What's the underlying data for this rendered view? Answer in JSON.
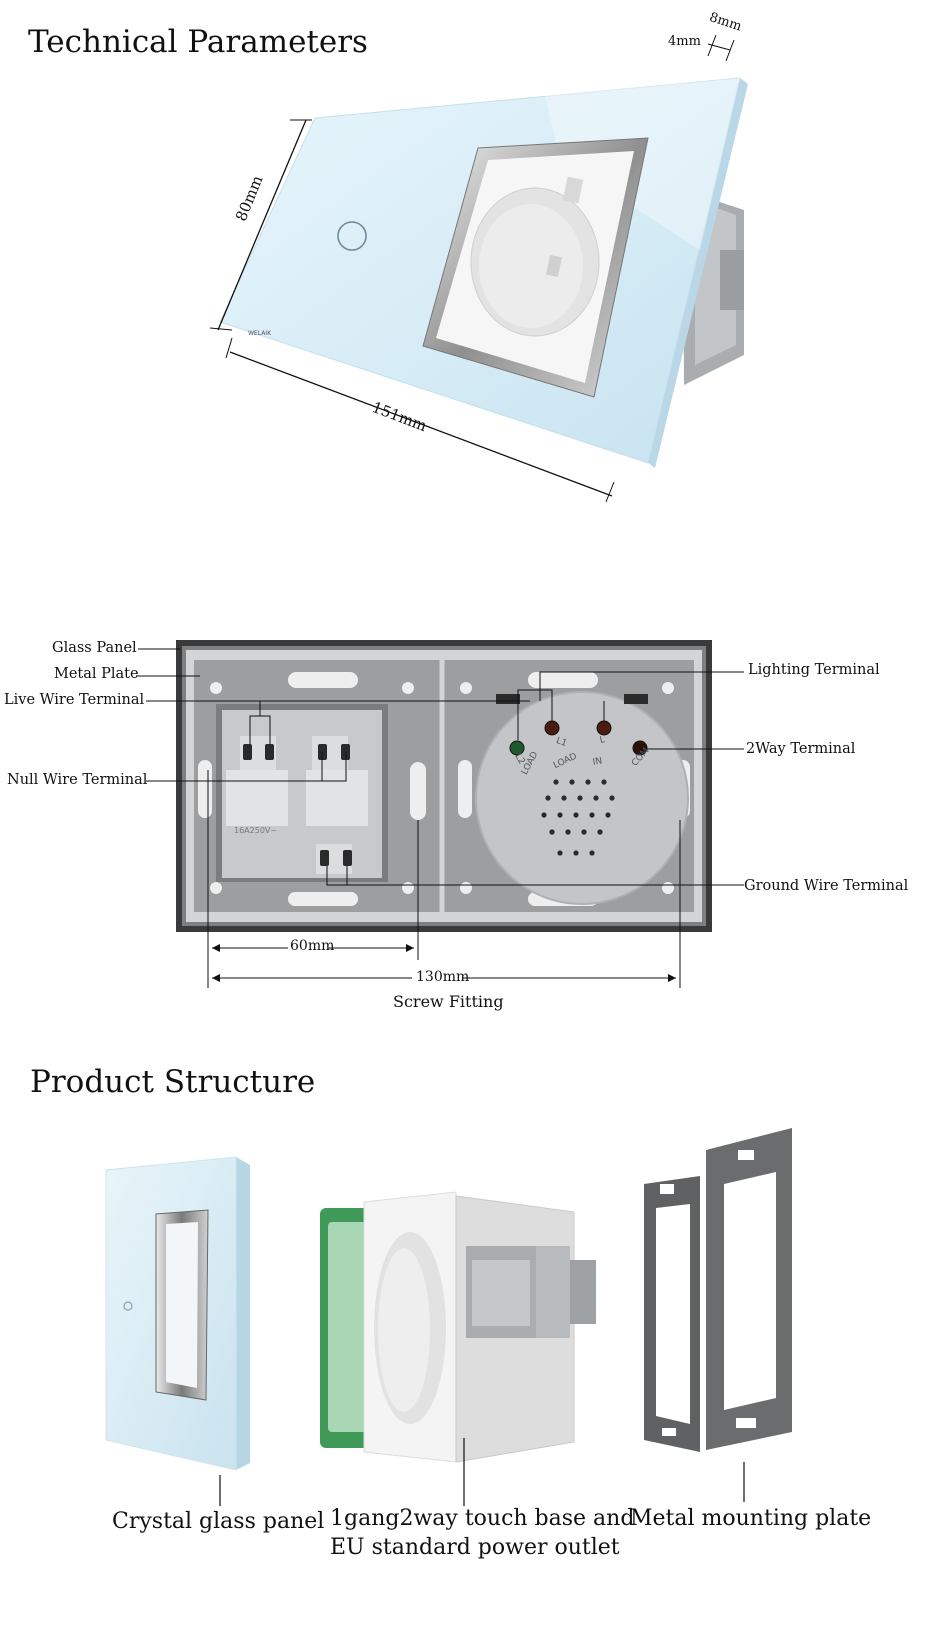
{
  "section1": {
    "title": "Technical Parameters",
    "dims": {
      "height": "80mm",
      "width": "151mm",
      "depth_a": "4mm",
      "depth_b": "8mm"
    },
    "brand": "WELAIK"
  },
  "section2": {
    "labels": {
      "glass_panel": "Glass Panel",
      "metal_plate": "Metal Plate",
      "live_wire": "Live Wire Terminal",
      "null_wire": "Null Wire Terminal",
      "lighting": "Lighting Terminal",
      "two_way": "2Way Terminal",
      "ground": "Ground Wire Terminal"
    },
    "dims": {
      "d60": "60mm",
      "d130": "130mm"
    },
    "screw_fitting": "Screw Fitting",
    "terminal_marks": [
      "L2",
      "L1",
      "L",
      "COM"
    ],
    "terminal_sub": [
      "LOAD",
      "LOAD",
      "IN",
      ""
    ],
    "socket_mark": "16A250V~"
  },
  "section3": {
    "title": "Product Structure",
    "captions": {
      "glass": "Crystal glass panel",
      "base_line1": "1gang2way touch base and",
      "base_line2": "EU standard power outlet",
      "plate": "Metal mounting plate"
    }
  }
}
